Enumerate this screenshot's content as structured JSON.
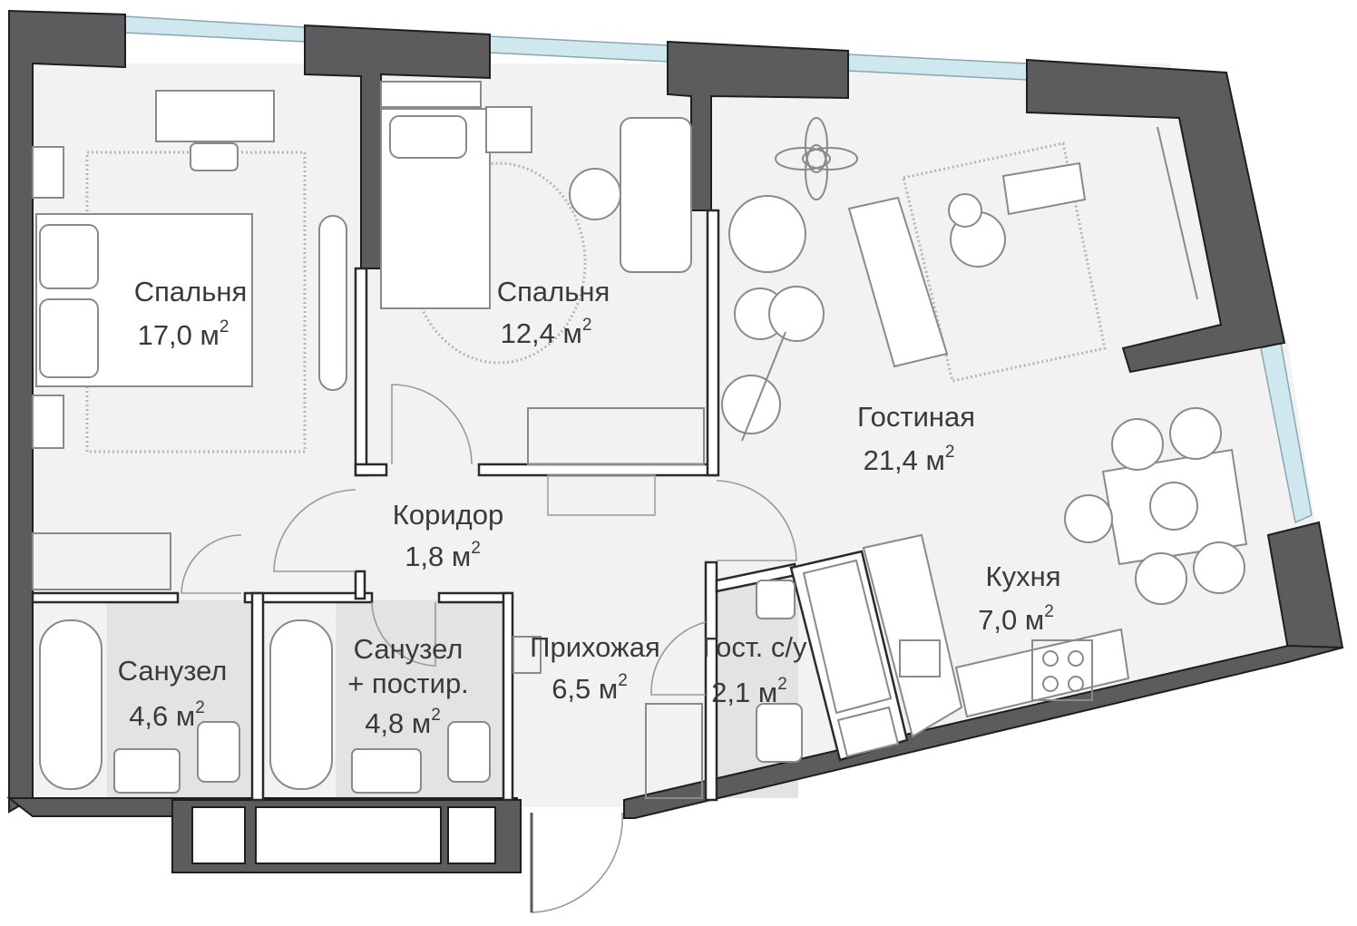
{
  "rooms": {
    "bedroom1": {
      "name": "Спальня",
      "area": "17,0 м",
      "unit_sup": "2"
    },
    "bedroom2": {
      "name": "Спальня",
      "area": "12,4 м",
      "unit_sup": "2"
    },
    "living": {
      "name": "Гостиная",
      "area": "21,4 м",
      "unit_sup": "2"
    },
    "corridor": {
      "name": "Коридор",
      "area": "1,8 м",
      "unit_sup": "2"
    },
    "kitchen": {
      "name": "Кухня",
      "area": "7,0 м",
      "unit_sup": "2"
    },
    "bath1": {
      "name": "Санузел",
      "area": "4,6 м",
      "unit_sup": "2"
    },
    "bath2": {
      "name": "Санузел",
      "name2": "+ постир.",
      "area": "4,8 м",
      "unit_sup": "2"
    },
    "hall": {
      "name": "Прихожая",
      "area": "6,5 м",
      "unit_sup": "2"
    },
    "guest_wc": {
      "name": "Гост. с/у",
      "area": "2,1 м",
      "unit_sup": "2"
    }
  },
  "colors": {
    "wall": "#5c5c5e",
    "floor": "#f2f2f2",
    "wet_floor": "#e4e4e4",
    "window": "#cfe7ef"
  }
}
